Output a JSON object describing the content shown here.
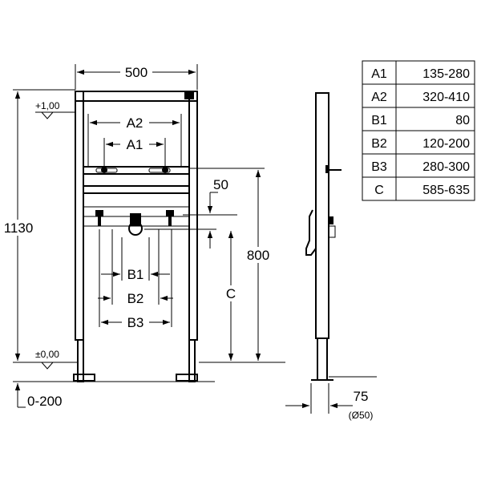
{
  "dimensions": {
    "width": "500",
    "height": "1130",
    "plus_level": "+1,00",
    "zero_level": "±0,00",
    "adjust": "0-200",
    "a2": "A2",
    "a1": "A1",
    "fifty": "50",
    "eight_hundred": "800",
    "c": "C",
    "b1": "B1",
    "b2": "B2",
    "b3": "B3",
    "depth": "75",
    "diameter": "(Ø50)"
  },
  "table": {
    "rows": [
      {
        "key": "A1",
        "value": "135-280"
      },
      {
        "key": "A2",
        "value": "320-410"
      },
      {
        "key": "B1",
        "value": "80"
      },
      {
        "key": "B2",
        "value": "120-200"
      },
      {
        "key": "B3",
        "value": "280-300"
      },
      {
        "key": "C",
        "value": "585-635"
      }
    ]
  }
}
